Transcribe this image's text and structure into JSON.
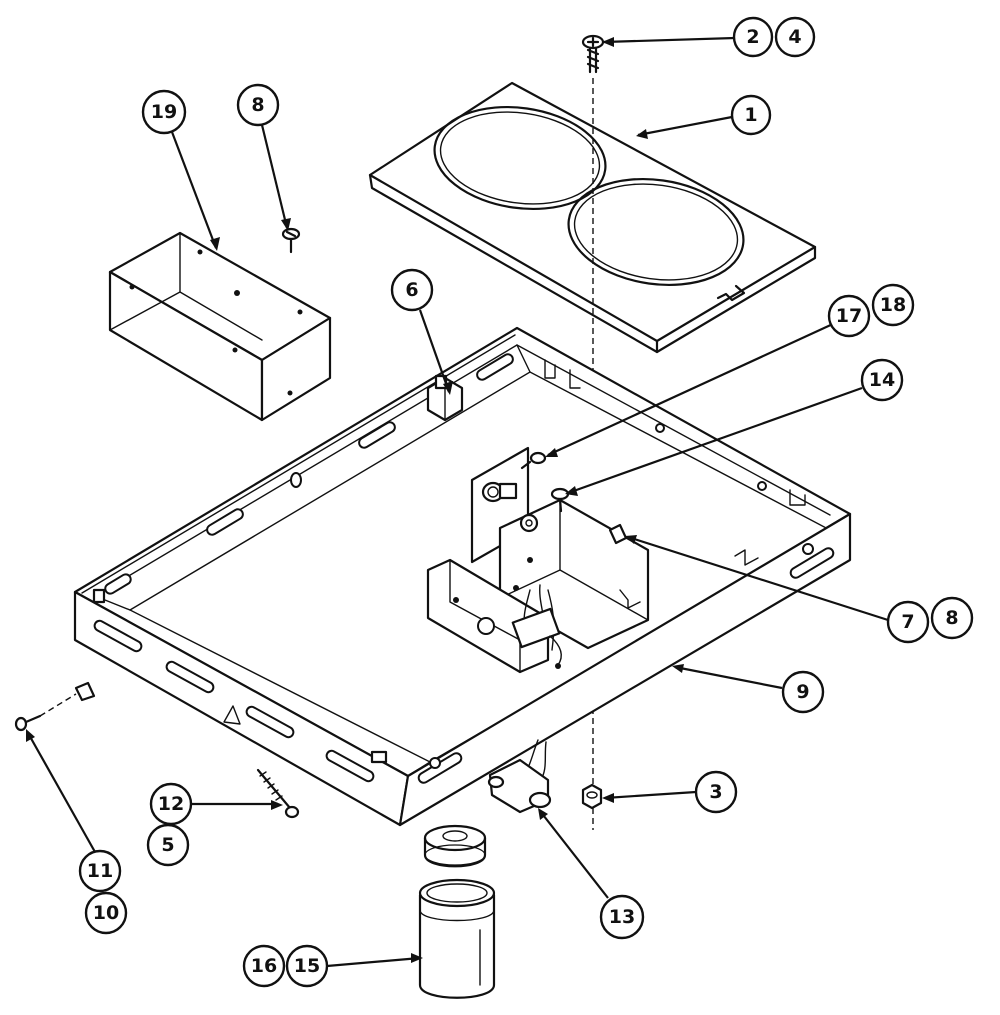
{
  "diagram": {
    "type": "exploded-parts-view",
    "callouts": [
      {
        "id": "c-2",
        "label": "2"
      },
      {
        "id": "c-4",
        "label": "4"
      },
      {
        "id": "c-1",
        "label": "1"
      },
      {
        "id": "c-19",
        "label": "19"
      },
      {
        "id": "c-8a",
        "label": "8"
      },
      {
        "id": "c-6",
        "label": "6"
      },
      {
        "id": "c-17",
        "label": "17"
      },
      {
        "id": "c-18",
        "label": "18"
      },
      {
        "id": "c-14",
        "label": "14"
      },
      {
        "id": "c-7",
        "label": "7"
      },
      {
        "id": "c-8b",
        "label": "8"
      },
      {
        "id": "c-9",
        "label": "9"
      },
      {
        "id": "c-3",
        "label": "3"
      },
      {
        "id": "c-12",
        "label": "12"
      },
      {
        "id": "c-5",
        "label": "5"
      },
      {
        "id": "c-11",
        "label": "11"
      },
      {
        "id": "c-10",
        "label": "10"
      },
      {
        "id": "c-13",
        "label": "13"
      },
      {
        "id": "c-16",
        "label": "16"
      },
      {
        "id": "c-15",
        "label": "15"
      }
    ]
  }
}
